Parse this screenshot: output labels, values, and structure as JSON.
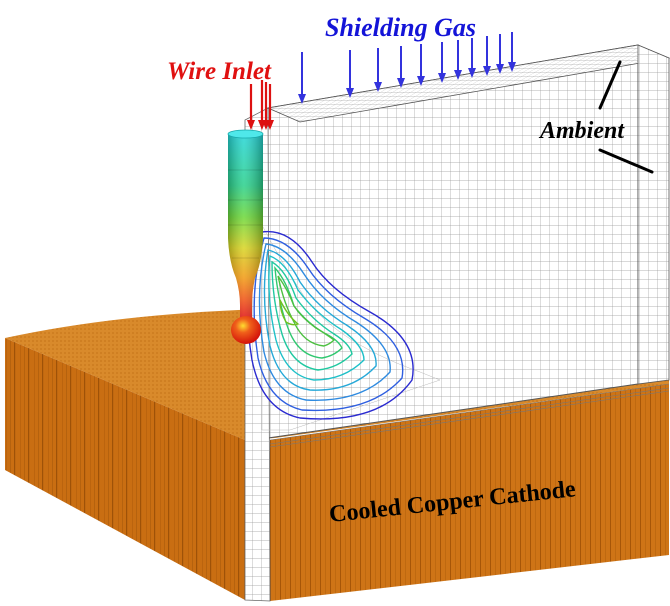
{
  "labels": {
    "shielding_gas": "Shielding Gas",
    "wire_inlet": "Wire Inlet",
    "ambient": "Ambient",
    "cathode": "Cooled Copper Cathode"
  },
  "colors": {
    "shielding_gas_text": "#1414d8",
    "shielding_arrow": "#3333dd",
    "wire_inlet_text": "#e01010",
    "wire_arrow": "#dd1111",
    "copper_top": "#d98a2b",
    "copper_side": "#c96e12",
    "copper_side_dark": "#a65408",
    "mesh_line": "#8c8c8c"
  },
  "icons": {
    "shielding_arrows": "down-arrow-icon",
    "wire_arrows": "down-arrow-icon"
  }
}
